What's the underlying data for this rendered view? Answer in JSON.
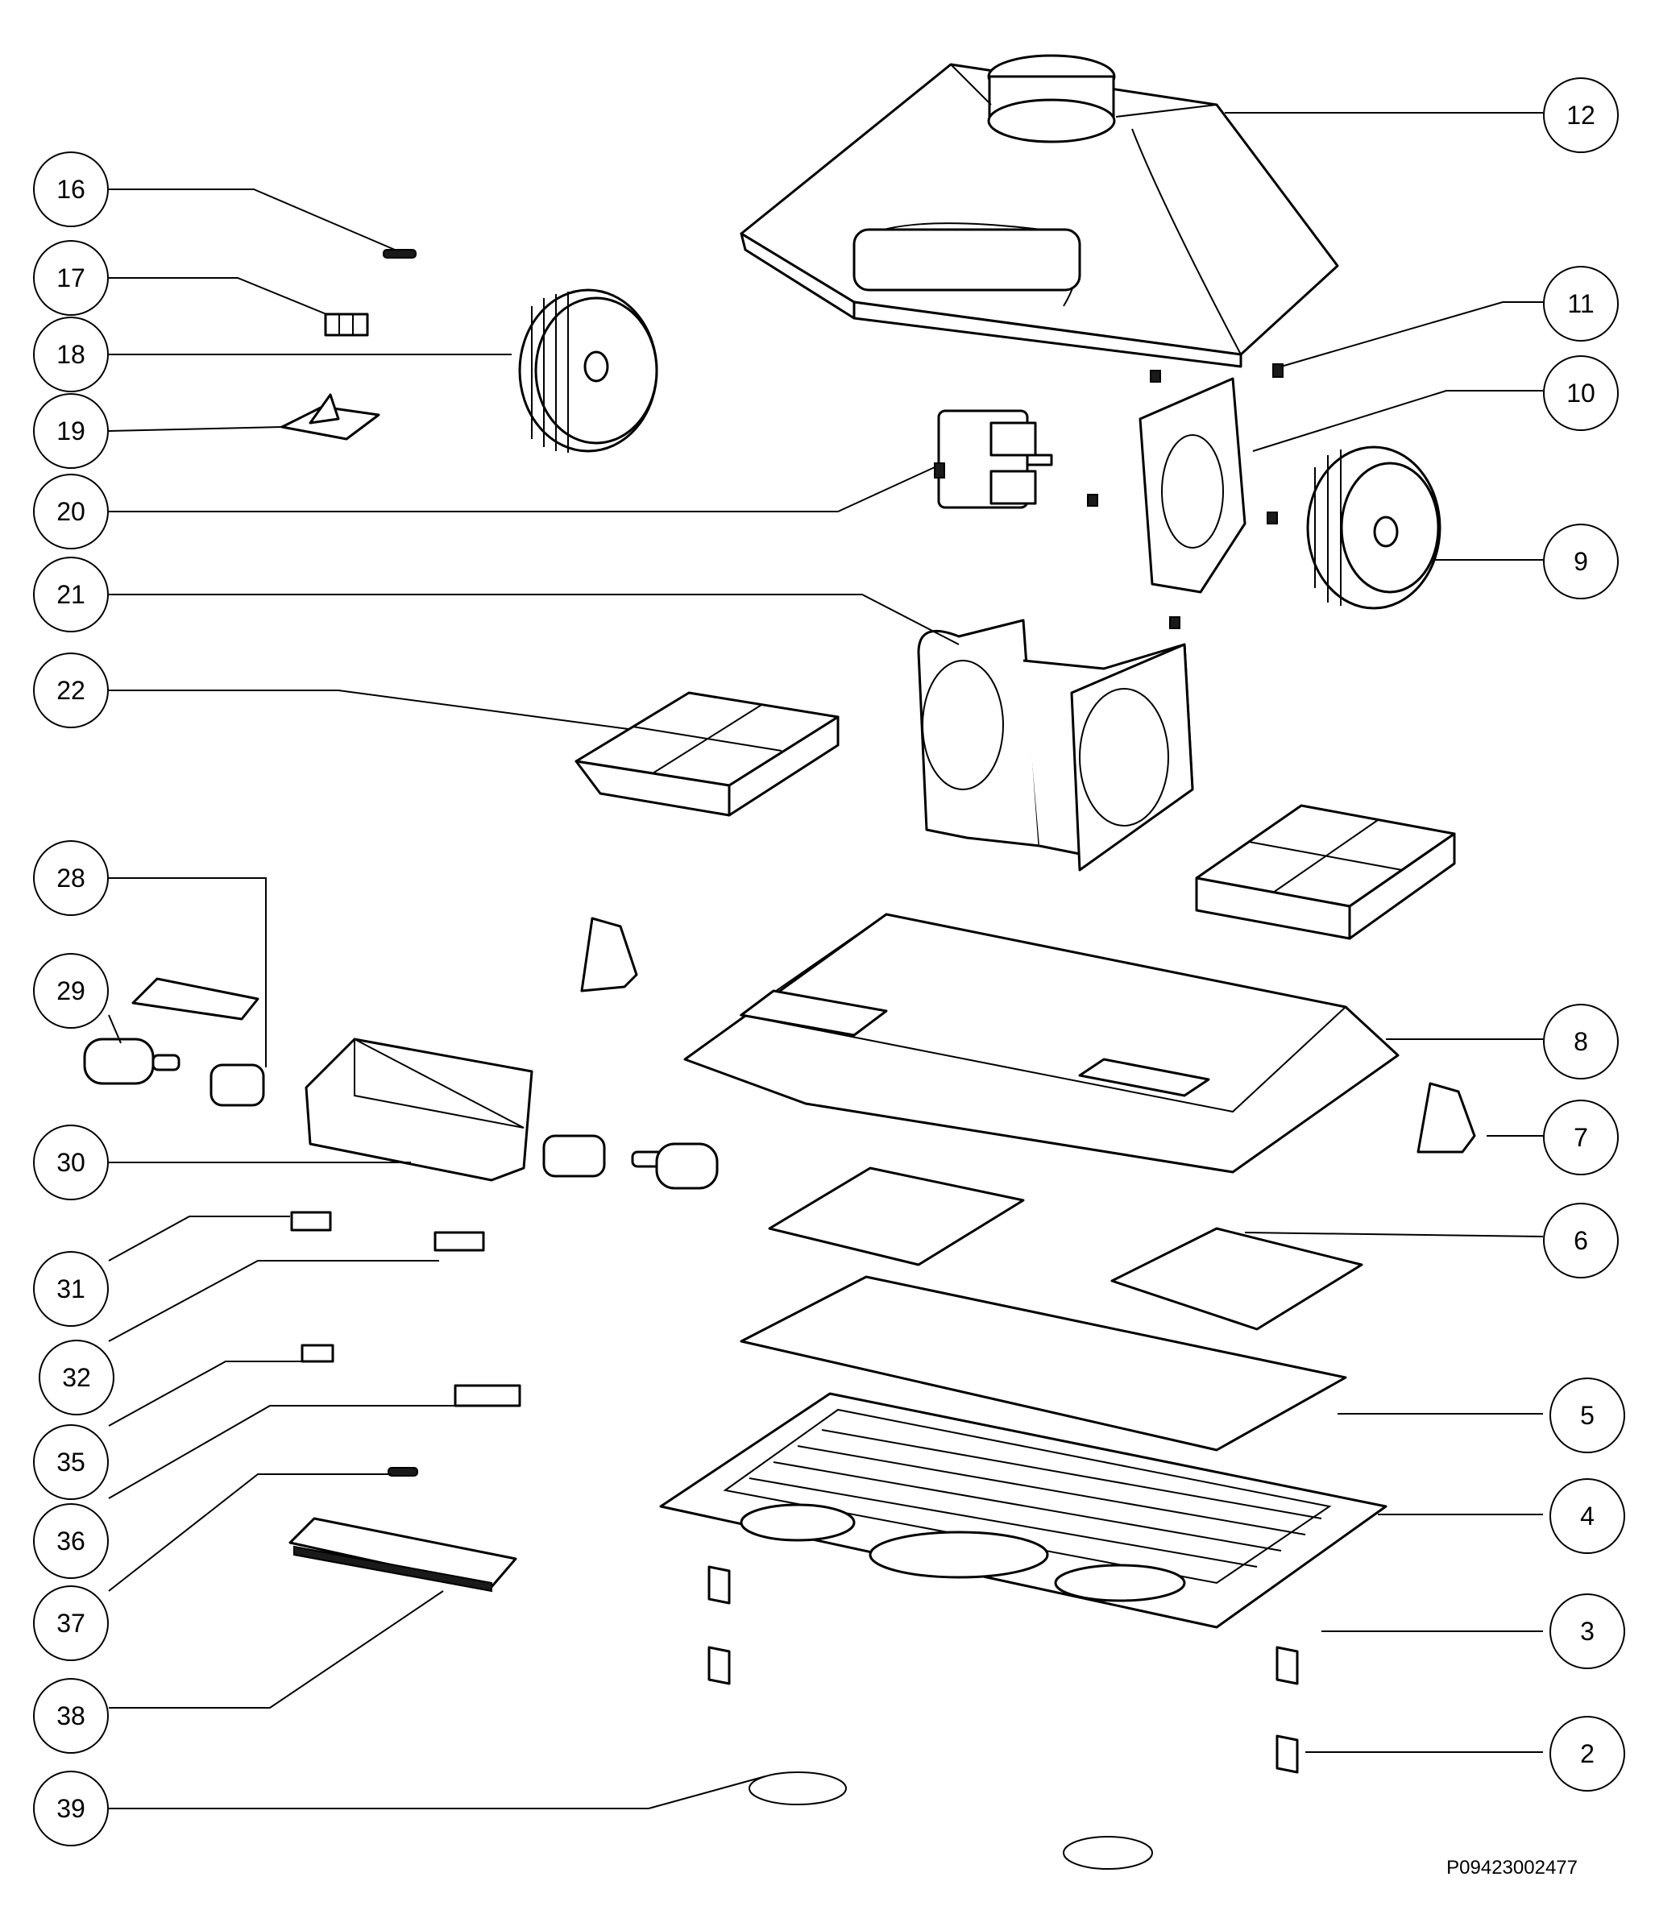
{
  "document_code": "P09423002477",
  "callouts": [
    {
      "id": "16",
      "label": "16"
    },
    {
      "id": "17",
      "label": "17"
    },
    {
      "id": "18",
      "label": "18"
    },
    {
      "id": "19",
      "label": "19"
    },
    {
      "id": "20",
      "label": "20"
    },
    {
      "id": "21",
      "label": "21"
    },
    {
      "id": "22",
      "label": "22"
    },
    {
      "id": "28",
      "label": "28"
    },
    {
      "id": "29",
      "label": "29"
    },
    {
      "id": "30",
      "label": "30"
    },
    {
      "id": "31",
      "label": "31"
    },
    {
      "id": "32",
      "label": "32"
    },
    {
      "id": "35",
      "label": "35"
    },
    {
      "id": "36",
      "label": "36"
    },
    {
      "id": "37",
      "label": "37"
    },
    {
      "id": "38",
      "label": "38"
    },
    {
      "id": "39",
      "label": "39"
    },
    {
      "id": "12",
      "label": "12"
    },
    {
      "id": "11",
      "label": "11"
    },
    {
      "id": "10",
      "label": "10"
    },
    {
      "id": "9",
      "label": "9"
    },
    {
      "id": "8",
      "label": "8"
    },
    {
      "id": "7",
      "label": "7"
    },
    {
      "id": "6",
      "label": "6"
    },
    {
      "id": "5",
      "label": "5"
    },
    {
      "id": "4",
      "label": "4"
    },
    {
      "id": "3",
      "label": "3"
    },
    {
      "id": "2",
      "label": "2"
    }
  ]
}
